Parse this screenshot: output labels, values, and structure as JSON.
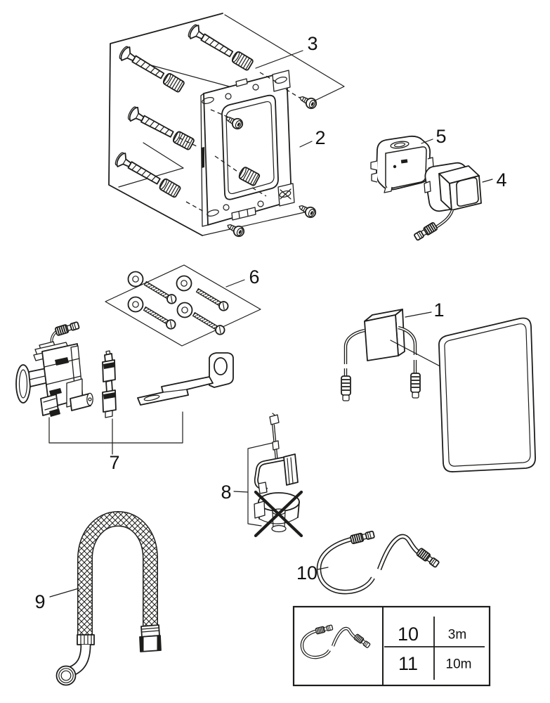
{
  "figure": {
    "background_color": "#ffffff",
    "line_color": "#1d1d1b",
    "description_labels_visible": [
      "1",
      "2",
      "3",
      "4",
      "5",
      "6",
      "7",
      "8",
      "9",
      "10"
    ]
  },
  "callouts": {
    "c1": "1",
    "c2": "2",
    "c3": "3",
    "c4": "4",
    "c5": "5",
    "c6": "6",
    "c7": "7",
    "c8": "8",
    "c9": "9",
    "c10": "10"
  },
  "table": {
    "rows": [
      {
        "ref": "10",
        "length": "3m"
      },
      {
        "ref": "11",
        "length": "10m"
      }
    ]
  }
}
